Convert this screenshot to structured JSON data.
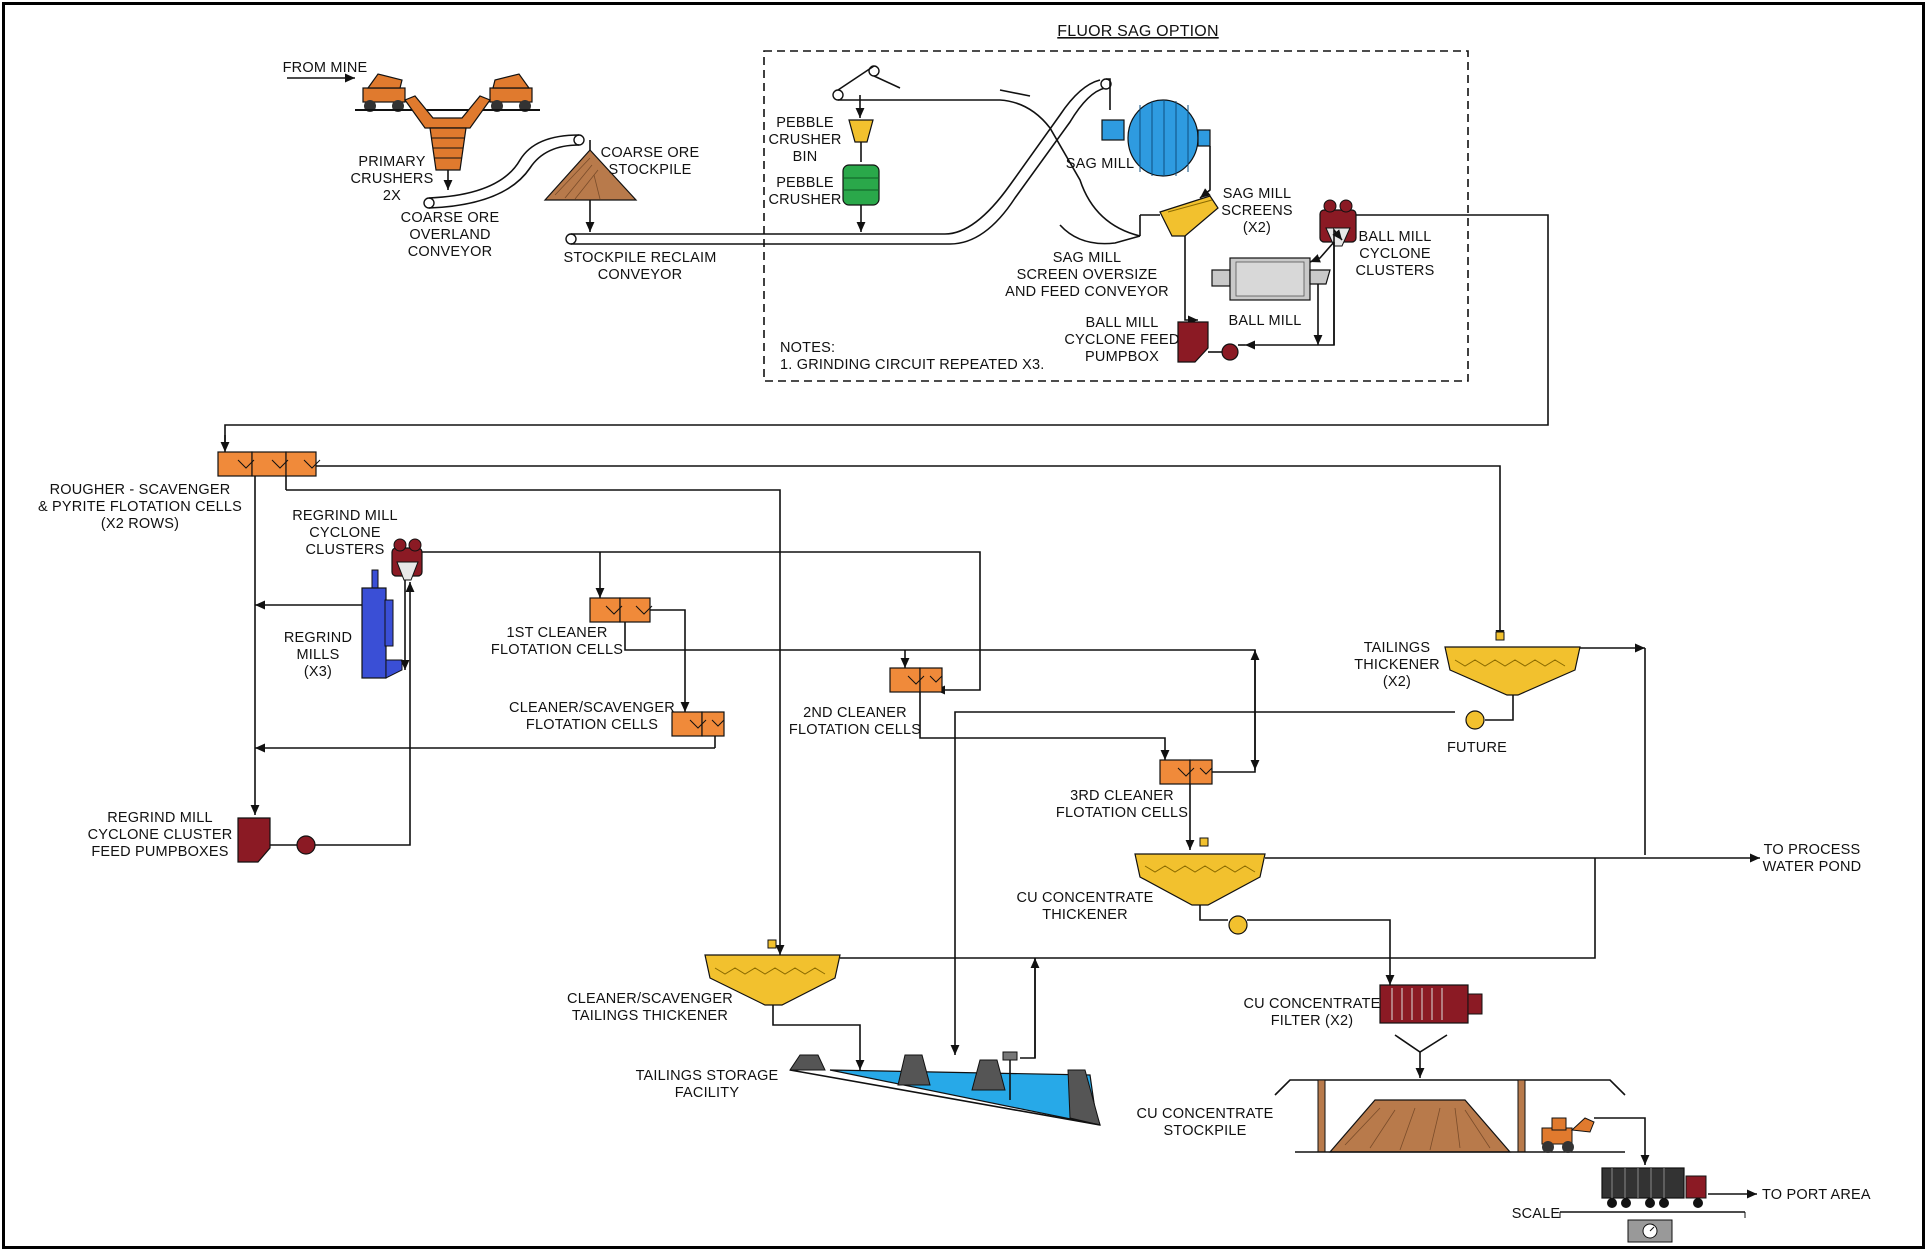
{
  "title": "FLUOR SAG OPTION",
  "notes": {
    "heading": "NOTES:",
    "line1": "1. GRINDING CIRCUIT REPEATED X3."
  },
  "labels": {
    "from_mine": "FROM MINE",
    "primary_crushers": [
      "PRIMARY",
      "CRUSHERS",
      "2X"
    ],
    "overland_conveyor": [
      "COARSE ORE",
      "OVERLAND",
      "CONVEYOR"
    ],
    "coarse_ore_stockpile": [
      "COARSE ORE",
      "STOCKPILE"
    ],
    "stockpile_reclaim": [
      "STOCKPILE RECLAIM",
      "CONVEYOR"
    ],
    "pebble_crusher_bin": [
      "PEBBLE",
      "CRUSHER",
      "BIN"
    ],
    "pebble_crusher": [
      "PEBBLE",
      "CRUSHER"
    ],
    "sag_mill": "SAG MILL",
    "sag_mill_screens": [
      "SAG MILL",
      "SCREENS",
      "(X2)"
    ],
    "sag_oversize_conveyor": [
      "SAG MILL",
      "SCREEN OVERSIZE",
      "AND FEED CONVEYOR"
    ],
    "ball_mill_cyclone_clusters": [
      "BALL MILL",
      "CYCLONE",
      "CLUSTERS"
    ],
    "ball_mill": "BALL MILL",
    "ball_mill_pumpbox": [
      "BALL MILL",
      "CYCLONE FEED",
      "PUMPBOX"
    ],
    "rougher_cells": [
      "ROUGHER - SCAVENGER",
      "& PYRITE FLOTATION CELLS",
      "(X2 ROWS)"
    ],
    "regrind_cyclone_clusters": [
      "REGRIND MILL",
      "CYCLONE",
      "CLUSTERS"
    ],
    "regrind_mills": [
      "REGRIND",
      "MILLS",
      "(X3)"
    ],
    "first_cleaner": [
      "1ST CLEANER",
      "FLOTATION CELLS"
    ],
    "cleaner_scavenger": [
      "CLEANER/SCAVENGER",
      "FLOTATION CELLS"
    ],
    "second_cleaner": [
      "2ND CLEANER",
      "FLOTATION CELLS"
    ],
    "third_cleaner": [
      "3RD CLEANER",
      "FLOTATION CELLS"
    ],
    "regrind_pumpboxes": [
      "REGRIND MILL",
      "CYCLONE CLUSTER",
      "FEED PUMPBOXES"
    ],
    "tailings_thickener": [
      "TAILINGS",
      "THICKENER",
      "(X2)"
    ],
    "future": "FUTURE",
    "cu_concentrate_thickener": [
      "CU CONCENTRATE",
      "THICKENER"
    ],
    "to_process_water_pond": [
      "TO PROCESS",
      "WATER POND"
    ],
    "cleaner_scavenger_tailings_thickener": [
      "CLEANER/SCAVENGER",
      "TAILINGS THICKENER"
    ],
    "tailings_storage_facility": [
      "TAILINGS STORAGE",
      "FACILITY"
    ],
    "cu_concentrate_filter": [
      "CU CONCENTRATE",
      "FILTER (X2)"
    ],
    "cu_concentrate_stockpile": [
      "CU CONCENTRATE",
      "STOCKPILE"
    ],
    "to_port_area": "TO PORT AREA",
    "scale": "SCALE"
  },
  "colors": {
    "crusher": "#e07a2e",
    "flotation_cell": "#f08a3a",
    "thickener": "#f2c12e",
    "sag_mill": "#2e9be0",
    "pebble_crusher": "#2aa84a",
    "pumpbox": "#8b1a24",
    "regrind_mill": "#3a4fd6",
    "stockpile": "#b87a4b",
    "water": "#27a9e8",
    "ball_mill": "#c9c9c9"
  }
}
